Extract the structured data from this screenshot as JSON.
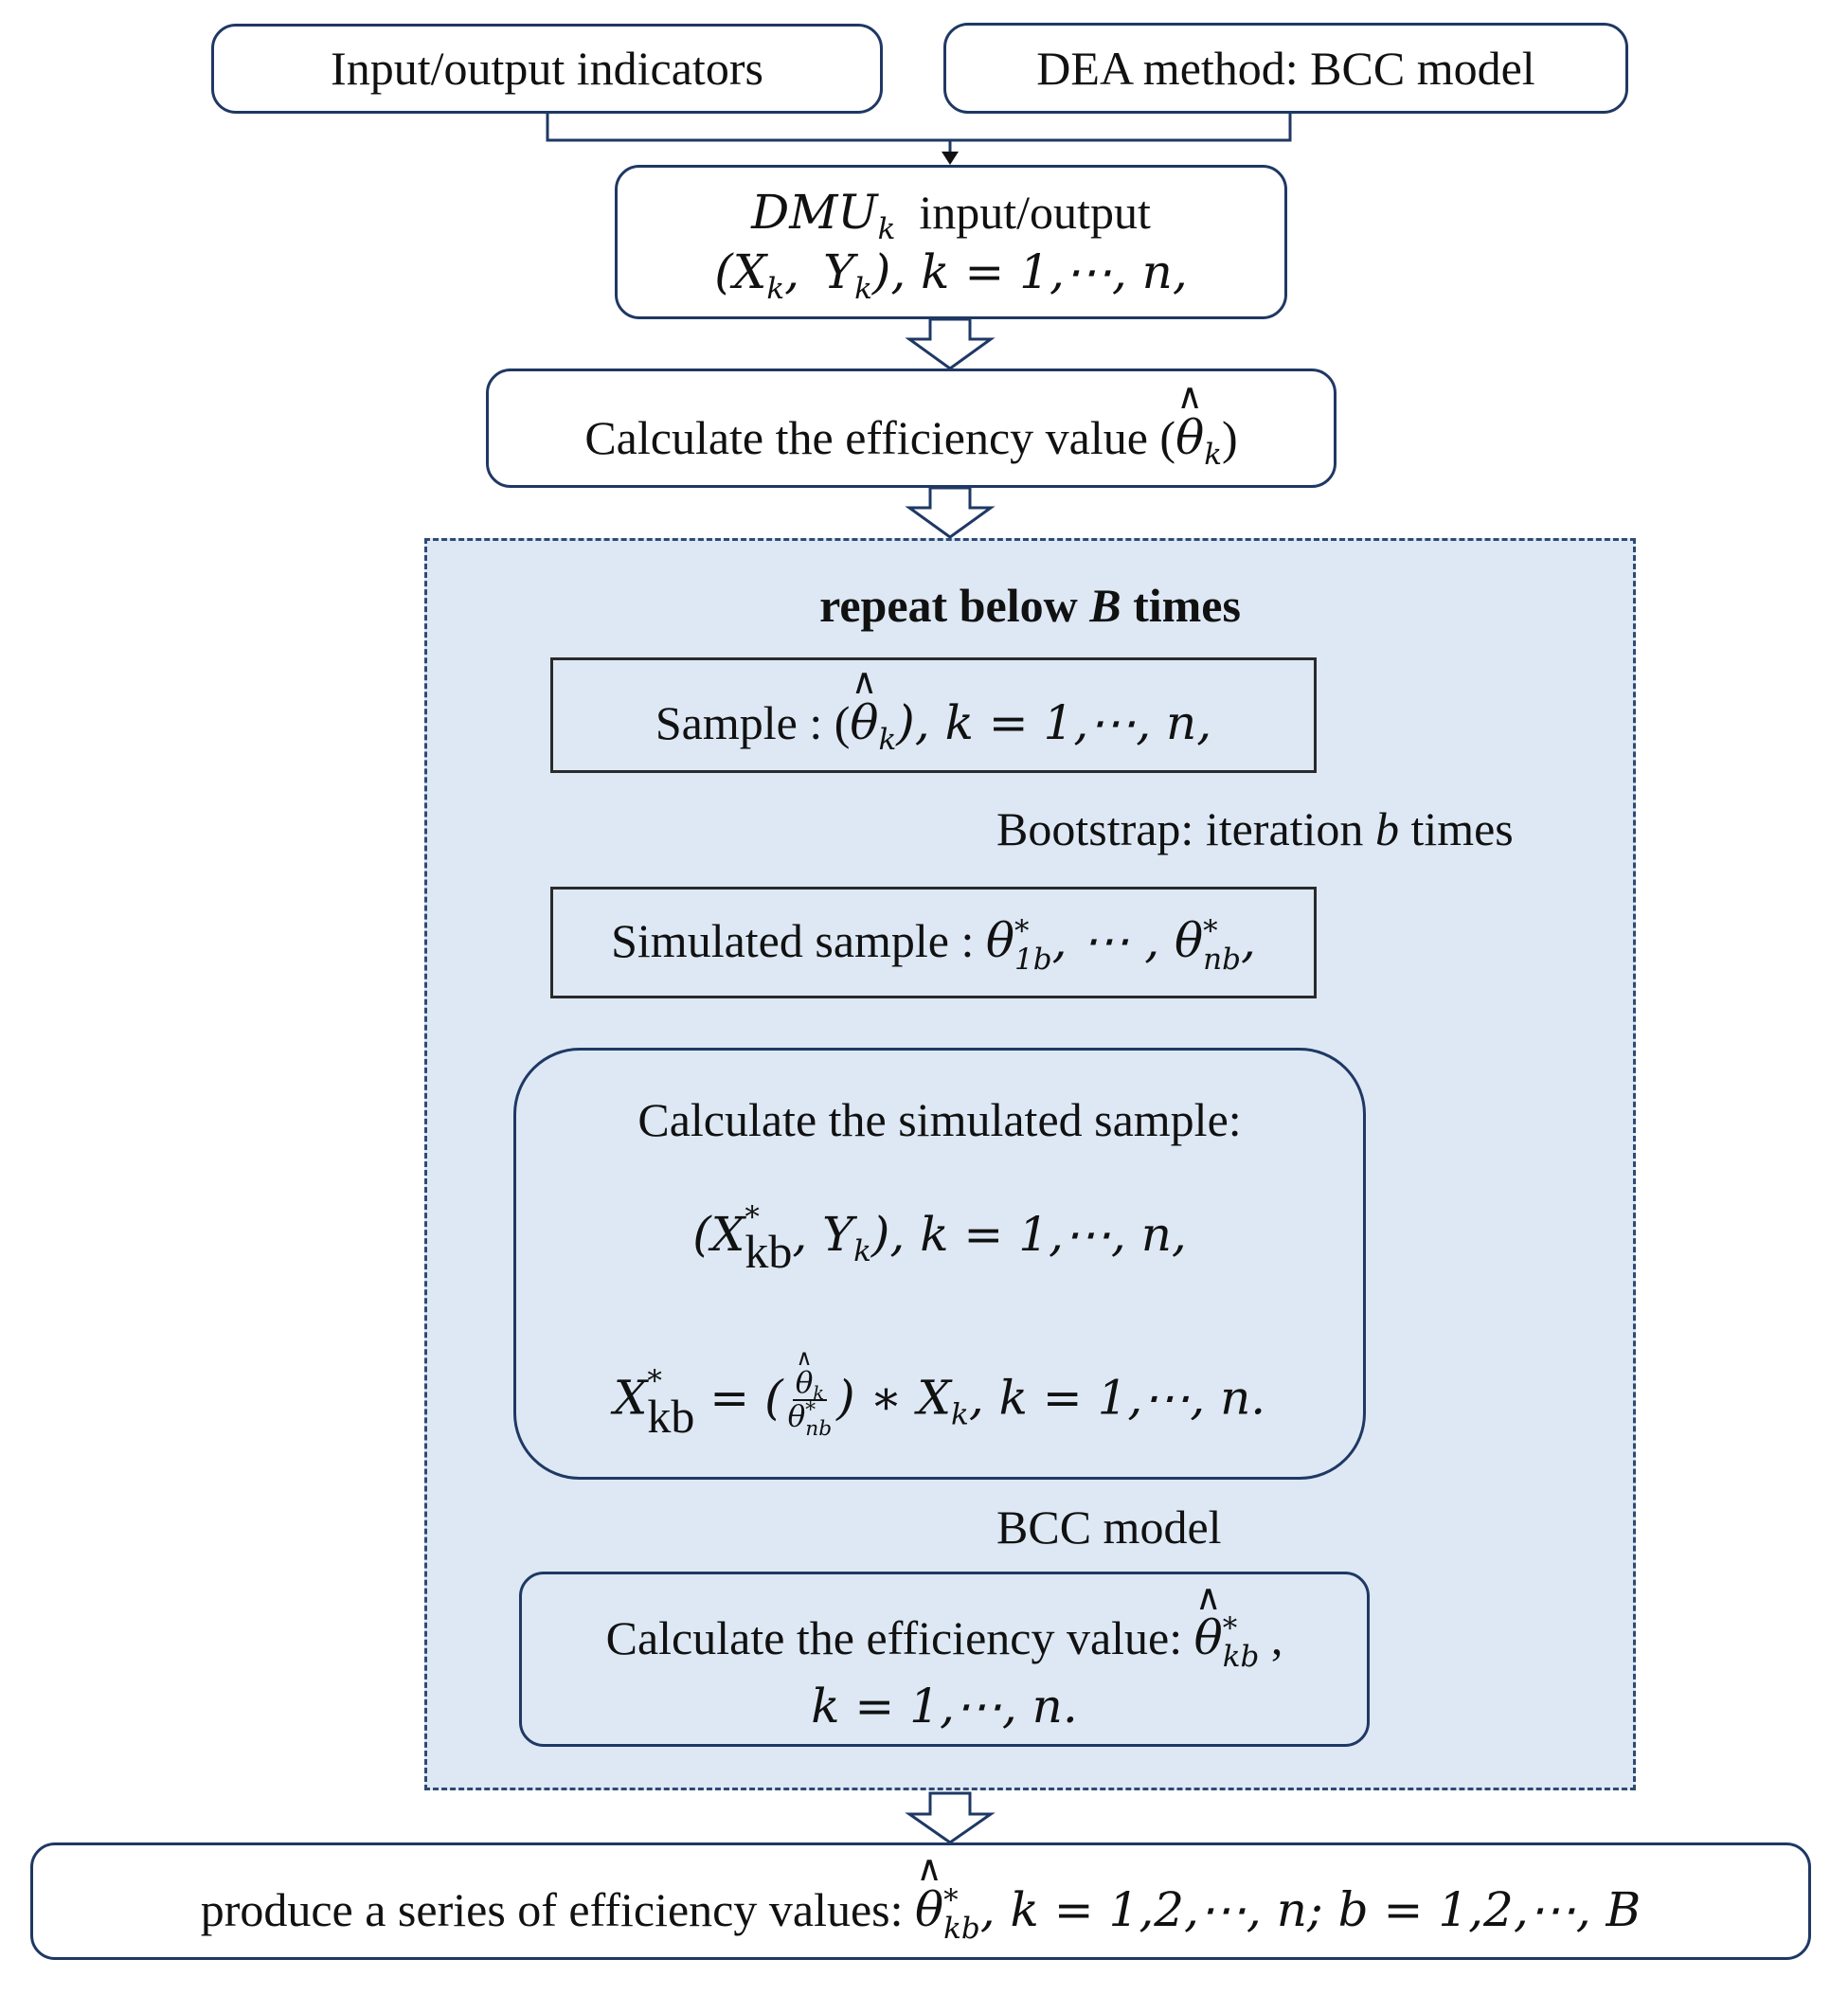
{
  "top": {
    "indicators_label": "Input/output indicators",
    "method_label": "DEA method: BCC model"
  },
  "dmu": {
    "name_base": "DMU",
    "name_sub": "k",
    "name_suffix": "input/output",
    "pair_open": "(",
    "x": "X",
    "y": "Y",
    "idx": "k",
    "pair_sep": ",",
    "pair_tail": "), k = 1,⋯, n,"
  },
  "calc1": {
    "text": "Calculate the efficiency value (",
    "theta": "θ",
    "sub": "k",
    "close": ")"
  },
  "loop": {
    "title_pre": "repeat below ",
    "title_var": "B",
    "title_post": " times"
  },
  "sample": {
    "prefix": "Sample : (",
    "theta": "θ",
    "sub": "k",
    "suffix": "), k = 1,⋯, n,"
  },
  "bootstrap": {
    "pre": "Bootstrap: iteration ",
    "var": "b",
    "post": " times"
  },
  "simulated": {
    "prefix": "Simulated sample : ",
    "theta": "θ",
    "sup": "*",
    "sub1": "1b",
    "mid": ", ⋯ , ",
    "sub2": "nb",
    "tail": ","
  },
  "calc_sim": {
    "line1": "Calculate the simulated sample:",
    "l2_open": "(",
    "x": "X",
    "x_sup": "*",
    "x_sub": "kb",
    "l2_mid": ", ",
    "y": "Y",
    "y_sub": "k",
    "l2_tail": "), k = 1,⋯, n,",
    "l3_x": "X",
    "l3_x_sup": "*",
    "l3_x_sub": "kb",
    "l3_eq": " = (",
    "num_theta": "θ",
    "num_sub": "k",
    "den_theta": "θ",
    "den_sup": "*",
    "den_sub": "nb",
    "l3_mul": ") ∗ ",
    "l3_x2": "X",
    "l3_x2_sub": "k",
    "l3_tail": ", k = 1,⋯, n."
  },
  "bcc_label": "BCC model",
  "calc2": {
    "text": "Calculate the efficiency value: ",
    "theta": "θ",
    "sup": "*",
    "sub": "kb",
    "tail": " ,",
    "line2": "k = 1,⋯, n."
  },
  "final": {
    "text": "produce a series of efficiency values: ",
    "theta": "θ",
    "sup": "*",
    "sub": "kb",
    "tail": ", k = 1,2,⋯, n; b = 1,2,⋯, B"
  },
  "colors": {
    "box_border": "#1f3864",
    "region_fill": "#dde8f4",
    "region_border": "#2f4a73",
    "arrow": "#1f3864"
  }
}
